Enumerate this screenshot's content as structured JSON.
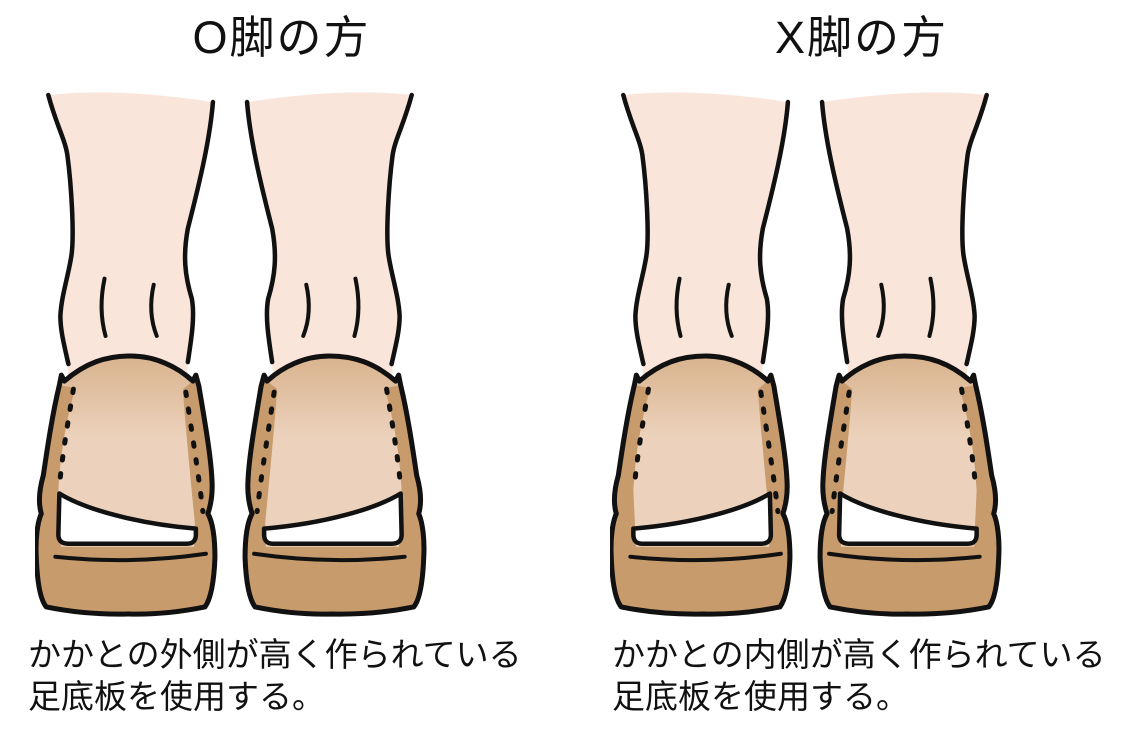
{
  "figure": {
    "background_color": "#ffffff",
    "outline_color": "#111111",
    "skin_color": "#fae5db",
    "shoe_light_color": "#ecd2bc",
    "shoe_band_color": "#dcbb97",
    "shoe_dark_color": "#c89b6d",
    "wedge_window_color": "#ffffff",
    "text_color": "#111111"
  },
  "panels": [
    {
      "title": "O脚の方",
      "caption_lines": [
        "かかとの外側が高く作られている",
        "足底板を使用する。"
      ],
      "wedge_high_side": "outer"
    },
    {
      "title": "X脚の方",
      "caption_lines": [
        "かかとの内側が高く作られている",
        "足底板を使用する。"
      ],
      "wedge_high_side": "inner"
    }
  ]
}
